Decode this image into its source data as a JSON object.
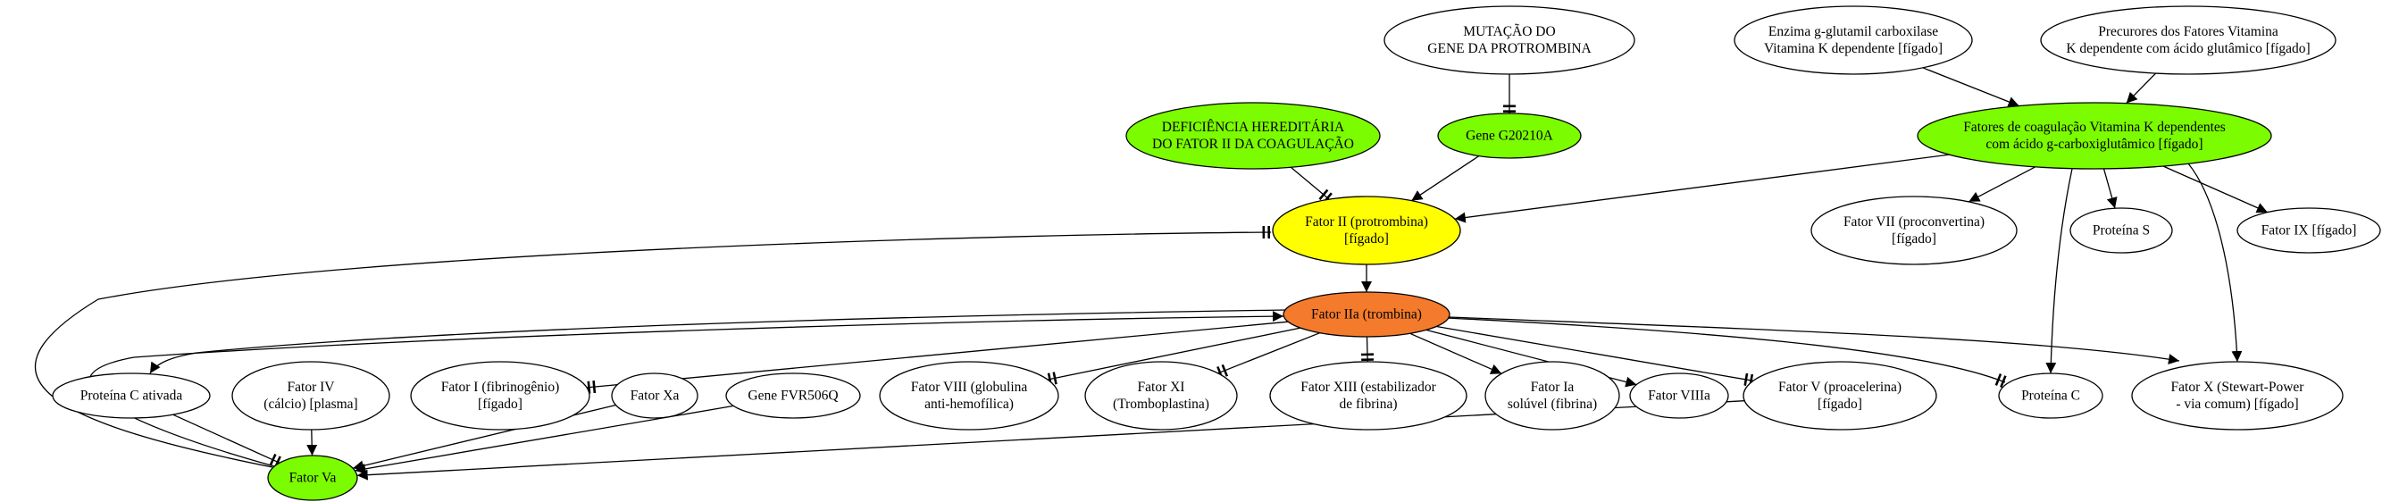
{
  "diagram": {
    "colors": {
      "green": "#7cfc00",
      "yellow": "#ffff00",
      "orange": "#f47b2c",
      "white": "#ffffff",
      "stroke": "#000000"
    },
    "nodes": [
      {
        "id": "mutacao",
        "lines": [
          "MUTAÇÃO DO",
          "GENE DA PROTROMBINA"
        ],
        "fill": "white"
      },
      {
        "id": "enzima",
        "lines": [
          "Enzima g-glutamil carboxilase",
          "Vitamina K dependente [fígado]"
        ],
        "fill": "white"
      },
      {
        "id": "precursores",
        "lines": [
          "Precurores dos Fatores Vitamina",
          "K dependente com ácido glutâmico [fígado]"
        ],
        "fill": "white"
      },
      {
        "id": "deficiencia",
        "lines": [
          "DEFICIÊNCIA HEREDITÁRIA",
          "DO FATOR II DA COAGULAÇÃO"
        ],
        "fill": "green"
      },
      {
        "id": "gene_g20210a",
        "lines": [
          "Gene G20210A"
        ],
        "fill": "green"
      },
      {
        "id": "fatores_vitk",
        "lines": [
          "Fatores de coagulação Vitamina K dependentes",
          "com ácido g-carboxiglutâmico [fígado]"
        ],
        "fill": "green"
      },
      {
        "id": "fator_ii",
        "lines": [
          "Fator II (protrombina)",
          "[fígado]"
        ],
        "fill": "yellow"
      },
      {
        "id": "fator_vii",
        "lines": [
          "Fator VII (proconvertina)",
          "[fígado]"
        ],
        "fill": "white"
      },
      {
        "id": "proteina_s",
        "lines": [
          "Proteína S"
        ],
        "fill": "white"
      },
      {
        "id": "fator_ix",
        "lines": [
          "Fator IX [fígado]"
        ],
        "fill": "white"
      },
      {
        "id": "fator_iia",
        "lines": [
          "Fator IIa (trombina)"
        ],
        "fill": "orange"
      },
      {
        "id": "proteina_c_ativada",
        "lines": [
          "Proteína C ativada"
        ],
        "fill": "white"
      },
      {
        "id": "fator_iv",
        "lines": [
          "Fator IV",
          "(cálcio) [plasma]"
        ],
        "fill": "white"
      },
      {
        "id": "fator_i",
        "lines": [
          "Fator I (fibrinogênio)",
          "[fígado]"
        ],
        "fill": "white"
      },
      {
        "id": "fator_xa",
        "lines": [
          "Fator Xa"
        ],
        "fill": "white"
      },
      {
        "id": "gene_fvr506q",
        "lines": [
          "Gene FVR506Q"
        ],
        "fill": "white"
      },
      {
        "id": "fator_viii",
        "lines": [
          "Fator VIII (globulina",
          "anti-hemofílica)"
        ],
        "fill": "white"
      },
      {
        "id": "fator_xi",
        "lines": [
          "Fator XI",
          "(Tromboplastina)"
        ],
        "fill": "white"
      },
      {
        "id": "fator_xiii",
        "lines": [
          "Fator XIII (estabilizador",
          "de fibrina)"
        ],
        "fill": "white"
      },
      {
        "id": "fator_ia",
        "lines": [
          "Fator Ia",
          "solúvel (fibrina)"
        ],
        "fill": "white"
      },
      {
        "id": "fator_viiia",
        "lines": [
          "Fator VIIIa"
        ],
        "fill": "white"
      },
      {
        "id": "fator_v",
        "lines": [
          "Fator V (proacelerina)",
          "[fígado]"
        ],
        "fill": "white"
      },
      {
        "id": "proteina_c",
        "lines": [
          "Proteína C"
        ],
        "fill": "white"
      },
      {
        "id": "fator_x",
        "lines": [
          "Fator X (Stewart-Power",
          "- via comum) [fígado]"
        ],
        "fill": "white"
      },
      {
        "id": "fator_va",
        "lines": [
          "Fator Va"
        ],
        "fill": "green"
      }
    ],
    "edges": [
      {
        "from": "mutacao",
        "to": "gene_g20210a",
        "head": "tee"
      },
      {
        "from": "enzima",
        "to": "fatores_vitk",
        "head": "arrow"
      },
      {
        "from": "precursores",
        "to": "fatores_vitk",
        "head": "arrow"
      },
      {
        "from": "deficiencia",
        "to": "fator_ii",
        "head": "tee"
      },
      {
        "from": "gene_g20210a",
        "to": "fator_ii",
        "head": "arrow"
      },
      {
        "from": "fatores_vitk",
        "to": "fator_ii",
        "head": "arrow"
      },
      {
        "from": "fatores_vitk",
        "to": "fator_vii",
        "head": "arrow"
      },
      {
        "from": "fatores_vitk",
        "to": "proteina_s",
        "head": "arrow"
      },
      {
        "from": "fatores_vitk",
        "to": "fator_ix",
        "head": "arrow"
      },
      {
        "from": "fatores_vitk",
        "to": "proteina_c",
        "head": "arrow"
      },
      {
        "from": "fatores_vitk",
        "to": "fator_x",
        "head": "arrow"
      },
      {
        "from": "fator_ii",
        "to": "fator_iia",
        "head": "arrow"
      },
      {
        "from": "fator_iia",
        "to": "proteina_c_ativada",
        "head": "arrow"
      },
      {
        "from": "fator_iia",
        "to": "fator_i",
        "head": "tee"
      },
      {
        "from": "fator_iia",
        "to": "fator_viii",
        "head": "tee"
      },
      {
        "from": "fator_iia",
        "to": "fator_xi",
        "head": "tee"
      },
      {
        "from": "fator_iia",
        "to": "fator_xiii",
        "head": "tee"
      },
      {
        "from": "fator_iia",
        "to": "fator_ia",
        "head": "arrow"
      },
      {
        "from": "fator_iia",
        "to": "fator_viiia",
        "head": "arrow"
      },
      {
        "from": "fator_iia",
        "to": "fator_v",
        "head": "tee"
      },
      {
        "from": "fator_iia",
        "to": "proteina_c",
        "head": "tee"
      },
      {
        "from": "fator_iia",
        "to": "fator_x",
        "head": "arrow"
      },
      {
        "from": "proteina_c_ativada",
        "to": "fator_va",
        "head": "tee"
      },
      {
        "from": "fator_iv",
        "to": "fator_va",
        "head": "arrow"
      },
      {
        "from": "fator_xa",
        "to": "fator_va",
        "head": "arrow"
      },
      {
        "from": "gene_fvr506q",
        "to": "fator_va",
        "head": "arrow"
      },
      {
        "from": "fator_v",
        "to": "fator_va",
        "head": "arrow"
      },
      {
        "from": "fator_va",
        "to": "fator_ii",
        "head": "tee"
      },
      {
        "from": "fator_va",
        "to": "fator_iia",
        "head": "arrow"
      }
    ]
  }
}
